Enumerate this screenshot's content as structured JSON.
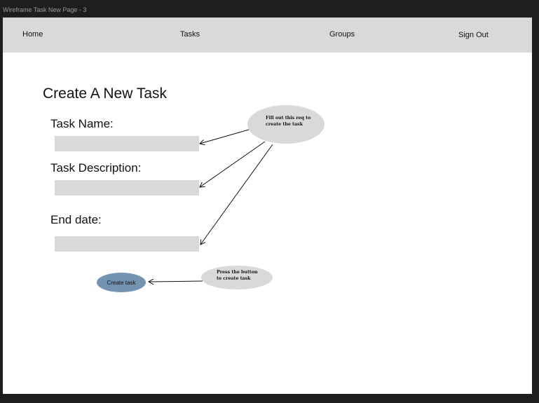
{
  "window": {
    "title": "Wireframe Task New Page - 3"
  },
  "nav": {
    "home": "Home",
    "tasks": "Tasks",
    "groups": "Groups",
    "sign_out": "Sign Out"
  },
  "form": {
    "title": "Create A New Task",
    "task_name_label": "Task Name:",
    "task_description_label": "Task Description:",
    "end_date_label": "End date:",
    "task_name_value": "",
    "task_description_value": "",
    "end_date_value": "",
    "submit_label": "Create task"
  },
  "notes": {
    "fields_note": "Fill out this req to create the task",
    "button_note": "Press the button to create task"
  }
}
